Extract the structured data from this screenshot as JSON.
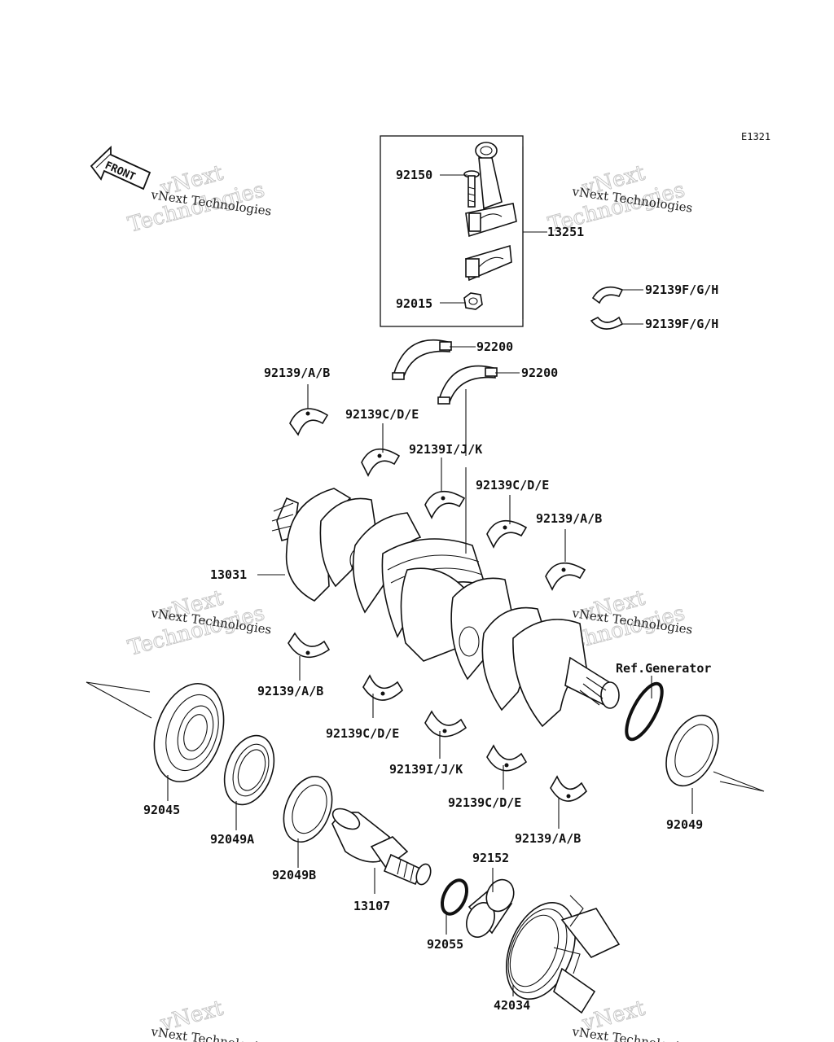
{
  "diagram_code": "E1321",
  "front_label": "FRONT",
  "watermark": {
    "line1": "vNext Technologies",
    "line2": "vNext",
    "line3": "Technologies"
  },
  "labels": {
    "p92150": "92150",
    "p13251": "13251",
    "p92015": "92015",
    "p92139fgh_1": "92139F/G/H",
    "p92139fgh_2": "92139F/G/H",
    "p92200_1": "92200",
    "p92200_2": "92200",
    "p92139ab_1": "92139/A/B",
    "p92139cde_1": "92139C/D/E",
    "p92139ijk_1": "92139I/J/K",
    "p92139cde_2": "92139C/D/E",
    "p92139ab_2": "92139/A/B",
    "p13031": "13031",
    "p92139ab_3": "92139/A/B",
    "p92139cde_3": "92139C/D/E",
    "p92139ijk_2": "92139I/J/K",
    "p92139cde_4": "92139C/D/E",
    "p92139ab_4": "92139/A/B",
    "ref_generator": "Ref.Generator",
    "p92045": "92045",
    "p92049a": "92049A",
    "p92049b": "92049B",
    "p13107": "13107",
    "p92152": "92152",
    "p92055": "92055",
    "p42034": "42034",
    "p92049": "92049"
  }
}
